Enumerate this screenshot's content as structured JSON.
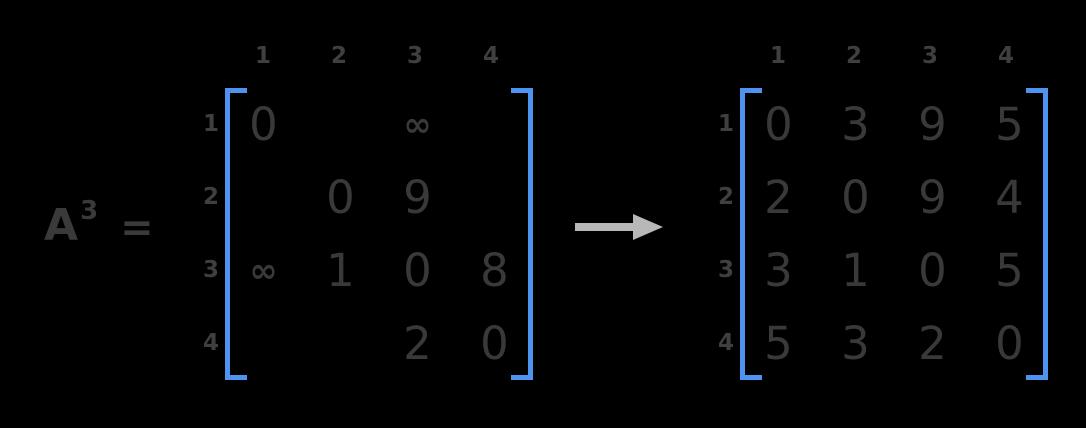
{
  "equation": {
    "base": "A",
    "exponent": "3",
    "equals": "="
  },
  "colors": {
    "background": "#000000",
    "bracket": "#4f93f0",
    "digit": "#393939",
    "label": "#3f3f3f",
    "arrow": "#b8b8b8"
  },
  "arrow": {
    "icon": "right-arrow-icon",
    "direction": "right"
  },
  "matrix_a": {
    "name": "A^3 input matrix",
    "col_headers": [
      "1",
      "2",
      "3",
      "4"
    ],
    "row_labels": [
      "1",
      "2",
      "3",
      "4"
    ],
    "rows": [
      [
        "0",
        "",
        "∞",
        ""
      ],
      [
        "",
        "0",
        "9",
        ""
      ],
      [
        "∞",
        "1",
        "0",
        "8"
      ],
      [
        "",
        "",
        "2",
        "0"
      ]
    ]
  },
  "matrix_b": {
    "name": "result matrix",
    "col_headers": [
      "1",
      "2",
      "3",
      "4"
    ],
    "row_labels": [
      "1",
      "2",
      "3",
      "4"
    ],
    "rows": [
      [
        "0",
        "3",
        "9",
        "5"
      ],
      [
        "2",
        "0",
        "9",
        "4"
      ],
      [
        "3",
        "1",
        "0",
        "5"
      ],
      [
        "5",
        "3",
        "2",
        "0"
      ]
    ]
  }
}
